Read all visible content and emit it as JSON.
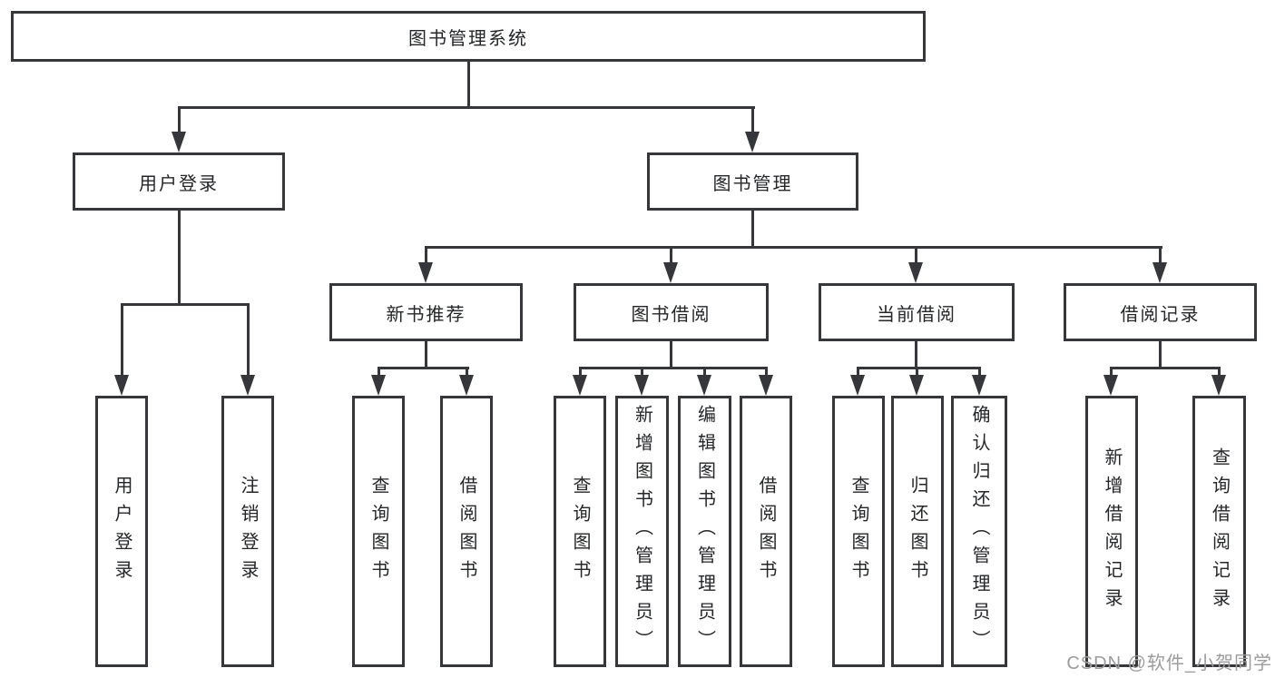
{
  "tree": {
    "label": "图书管理系统",
    "children": [
      {
        "label": "用户登录",
        "children": [
          {
            "label": "用户登录"
          },
          {
            "label": "注销登录"
          }
        ]
      },
      {
        "label": "图书管理",
        "children": [
          {
            "label": "新书推荐",
            "children": [
              {
                "label": "查询图书"
              },
              {
                "label": "借阅图书"
              }
            ]
          },
          {
            "label": "图书借阅",
            "children": [
              {
                "label": "查询图书"
              },
              {
                "label": "新增图书（管理员）"
              },
              {
                "label": "编辑图书（管理员）"
              },
              {
                "label": "借阅图书"
              }
            ]
          },
          {
            "label": "当前借阅",
            "children": [
              {
                "label": "查询图书"
              },
              {
                "label": "归还图书"
              },
              {
                "label": "确认归还（管理员）"
              }
            ]
          },
          {
            "label": "借阅记录",
            "children": [
              {
                "label": "新增借阅记录"
              },
              {
                "label": "查询借阅记录"
              }
            ]
          }
        ]
      }
    ]
  },
  "watermark": "CSDN @软件_小贺同学",
  "colors": {
    "line": "#35373a",
    "text": "#242628",
    "watermark_gray": "#9c9c9c",
    "background": "#ffffff"
  }
}
